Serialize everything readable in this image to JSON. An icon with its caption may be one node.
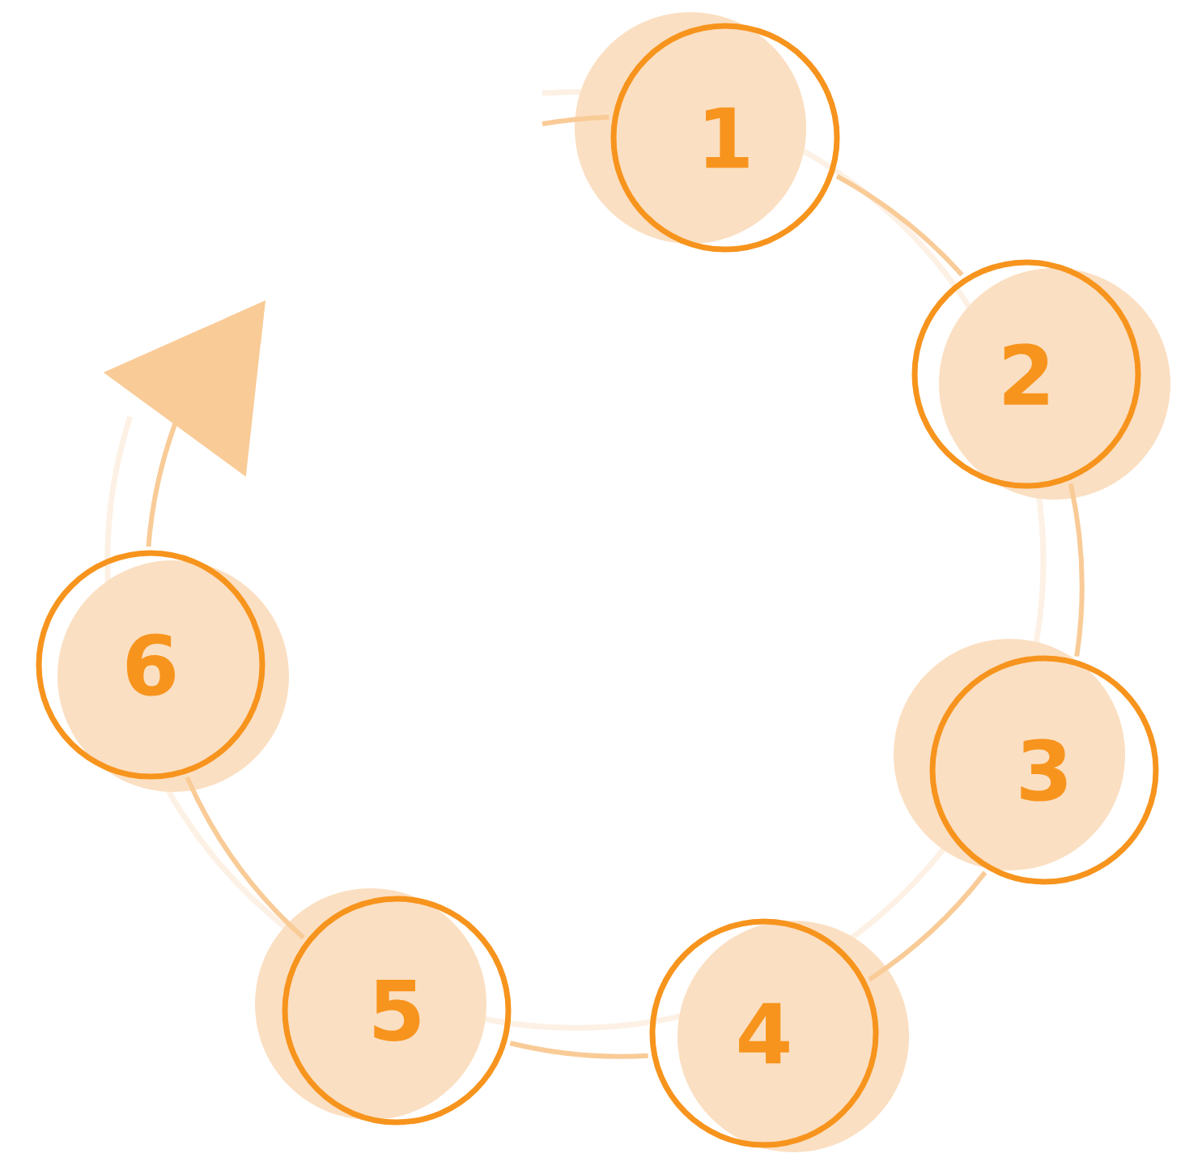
{
  "diagram": {
    "nodes": [
      {
        "text": [
          "1"
        ]
      },
      {
        "text": [
          "2"
        ]
      },
      {
        "text": [
          "3"
        ]
      },
      {
        "text": [
          "4"
        ]
      },
      {
        "text": [
          "5"
        ]
      },
      {
        "text": [
          "6"
        ]
      }
    ],
    "edges": [
      {
        "from": null,
        "to": 0,
        "arrow": "none"
      },
      {
        "from": 0,
        "to": 1,
        "arrow": "none"
      },
      {
        "from": 1,
        "to": 2,
        "arrow": "none"
      },
      {
        "from": 2,
        "to": 3,
        "arrow": "none"
      },
      {
        "from": 3,
        "to": 4,
        "arrow": "none"
      },
      {
        "from": 4,
        "to": 5,
        "arrow": "none"
      },
      {
        "from": 5,
        "to": null,
        "arrow": "to"
      }
    ]
  }
}
